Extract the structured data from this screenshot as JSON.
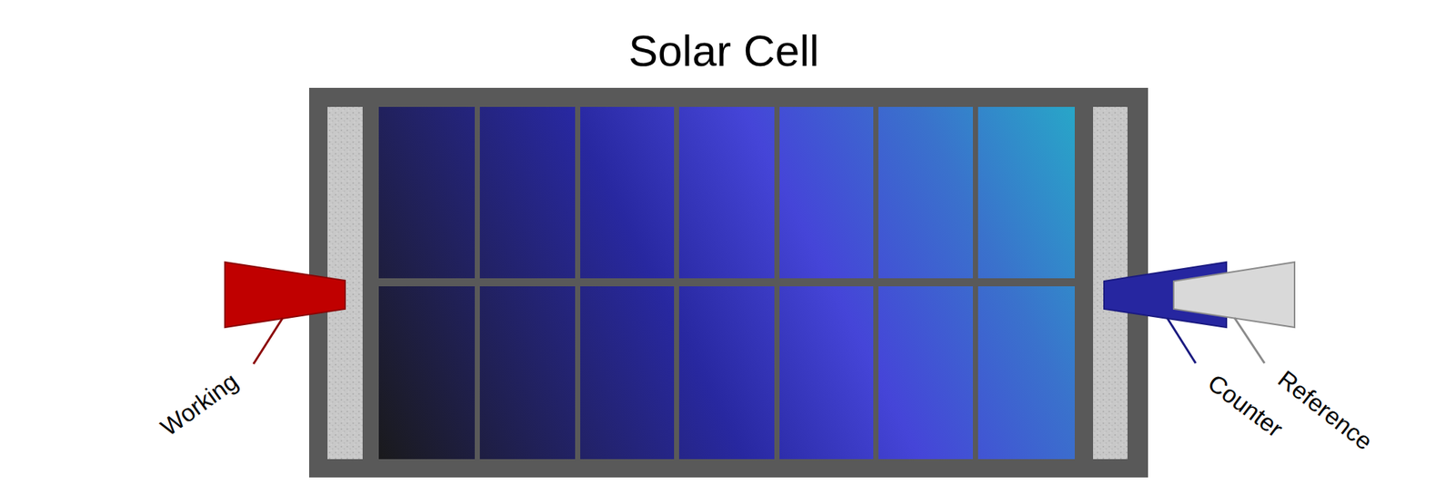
{
  "diagram": {
    "title": "Solar Cell",
    "labels": [
      "Working",
      "Counter",
      "Reference"
    ]
  }
}
